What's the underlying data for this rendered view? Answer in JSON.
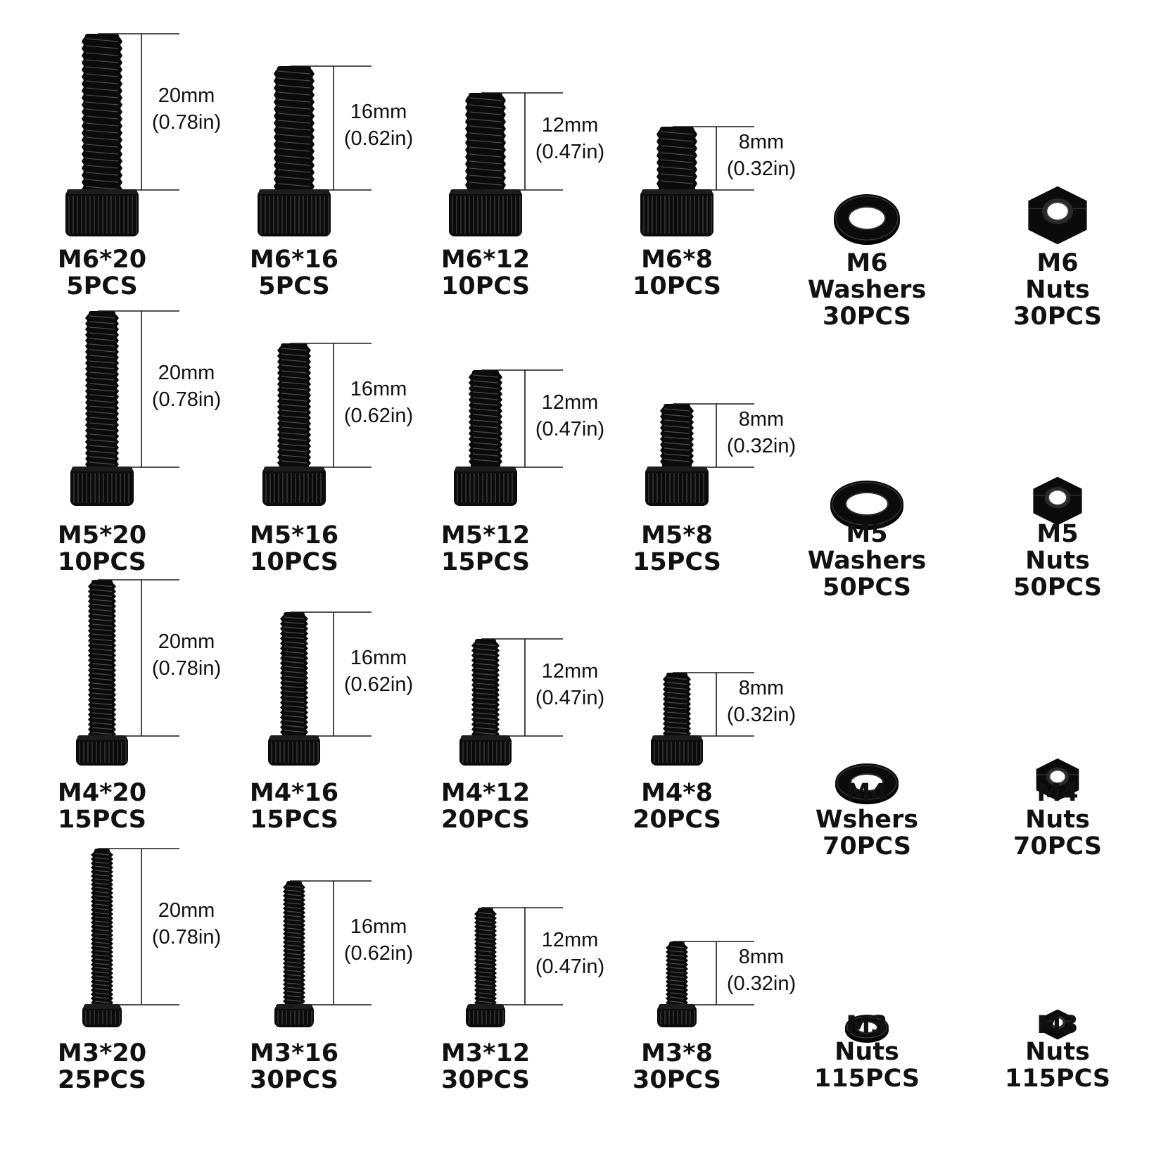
{
  "colors": {
    "background": "#ffffff",
    "hardware": "#0b0b0b",
    "dimension_line": "#1a1a1a",
    "text": "#111111"
  },
  "rows": [
    {
      "screws": [
        {
          "size": "M6*20",
          "qty": "5PCS",
          "mm": "20mm",
          "inch": "(0.78in)"
        },
        {
          "size": "M6*16",
          "qty": "5PCS",
          "mm": "16mm",
          "inch": "(0.62in)"
        },
        {
          "size": "M6*12",
          "qty": "10PCS",
          "mm": "12mm",
          "inch": "(0.47in)"
        },
        {
          "size": "M6*8",
          "qty": "10PCS",
          "mm": "8mm",
          "inch": "(0.32in)"
        }
      ],
      "washer": {
        "size": "M6",
        "kind": "Washers",
        "qty": "30PCS"
      },
      "nut": {
        "size": "M6",
        "kind": "Nuts",
        "qty": "30PCS"
      }
    },
    {
      "screws": [
        {
          "size": "M5*20",
          "qty": "10PCS",
          "mm": "20mm",
          "inch": "(0.78in)"
        },
        {
          "size": "M5*16",
          "qty": "10PCS",
          "mm": "16mm",
          "inch": "(0.62in)"
        },
        {
          "size": "M5*12",
          "qty": "15PCS",
          "mm": "12mm",
          "inch": "(0.47in)"
        },
        {
          "size": "M5*8",
          "qty": "15PCS",
          "mm": "8mm",
          "inch": "(0.32in)"
        }
      ],
      "washer": {
        "size": "M5",
        "kind": "Washers",
        "qty": "50PCS"
      },
      "nut": {
        "size": "M5",
        "kind": "Nuts",
        "qty": "50PCS"
      }
    },
    {
      "screws": [
        {
          "size": "M4*20",
          "qty": "15PCS",
          "mm": "20mm",
          "inch": "(0.78in)"
        },
        {
          "size": "M4*16",
          "qty": "15PCS",
          "mm": "16mm",
          "inch": "(0.62in)"
        },
        {
          "size": "M4*12",
          "qty": "20PCS",
          "mm": "12mm",
          "inch": "(0.47in)"
        },
        {
          "size": "M4*8",
          "qty": "20PCS",
          "mm": "8mm",
          "inch": "(0.32in)"
        }
      ],
      "washer": {
        "size": "M4",
        "kind": "Wshers",
        "qty": "70PCS"
      },
      "nut": {
        "size": "M4",
        "kind": "Nuts",
        "qty": "70PCS"
      }
    },
    {
      "screws": [
        {
          "size": "M3*20",
          "qty": "25PCS",
          "mm": "20mm",
          "inch": "(0.78in)"
        },
        {
          "size": "M3*16",
          "qty": "30PCS",
          "mm": "16mm",
          "inch": "(0.62in)"
        },
        {
          "size": "M3*12",
          "qty": "30PCS",
          "mm": "12mm",
          "inch": "(0.47in)"
        },
        {
          "size": "M3*8",
          "qty": "30PCS",
          "mm": "8mm",
          "inch": "(0.32in)"
        }
      ],
      "washer": {
        "size": "M3",
        "kind": "Nuts",
        "qty": "115PCS"
      },
      "nut": {
        "size": "M3",
        "kind": "Nuts",
        "qty": "115PCS"
      }
    }
  ]
}
